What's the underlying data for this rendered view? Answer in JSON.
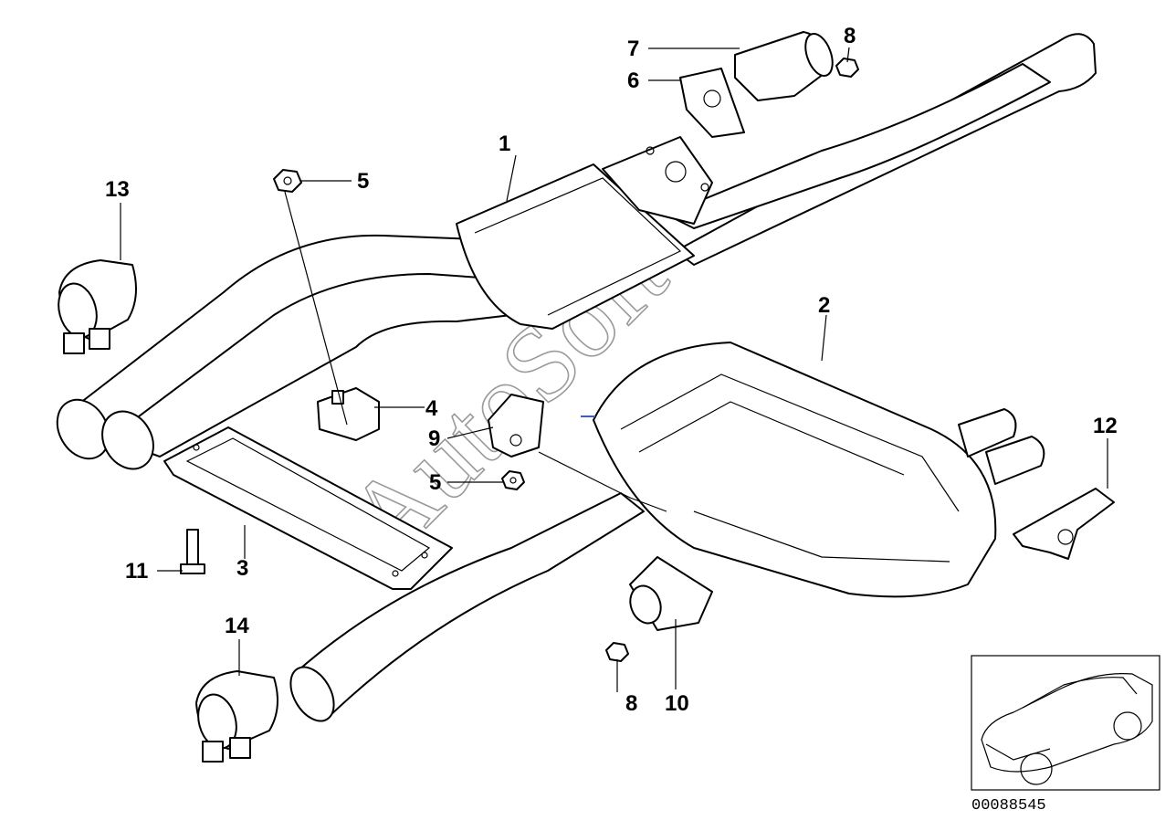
{
  "callouts": [
    {
      "id": "p1",
      "text": "1"
    },
    {
      "id": "p2",
      "text": "2"
    },
    {
      "id": "p3",
      "text": "3"
    },
    {
      "id": "p4",
      "text": "4"
    },
    {
      "id": "p5a",
      "text": "5"
    },
    {
      "id": "p5b",
      "text": "5"
    },
    {
      "id": "p6",
      "text": "6"
    },
    {
      "id": "p7",
      "text": "7"
    },
    {
      "id": "p8a",
      "text": "8"
    },
    {
      "id": "p8b",
      "text": "8"
    },
    {
      "id": "p9",
      "text": "9"
    },
    {
      "id": "p10",
      "text": "10"
    },
    {
      "id": "p11",
      "text": "11"
    },
    {
      "id": "p12",
      "text": "12"
    },
    {
      "id": "p13",
      "text": "13"
    },
    {
      "id": "p14",
      "text": "14"
    }
  ],
  "watermark": "AutoSoft",
  "drawing_number": "00088545",
  "colors": {
    "line": "#000000",
    "background": "#ffffff",
    "watermark": "#9a9a9a"
  }
}
